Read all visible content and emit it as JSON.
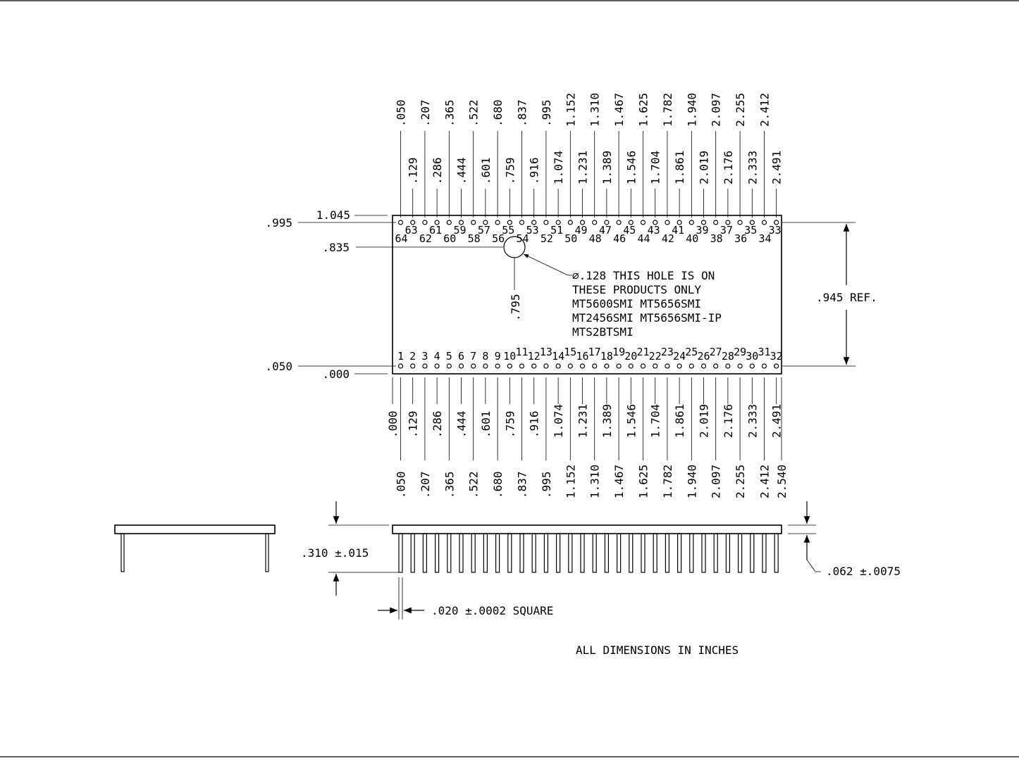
{
  "top_row": {
    "tall_dims": [
      ".050",
      ".207",
      ".365",
      ".522",
      ".680",
      ".837",
      ".995",
      "1.152",
      "1.310",
      "1.467",
      "1.625",
      "1.782",
      "1.940",
      "2.097",
      "2.255",
      "2.412"
    ],
    "short_dims": [
      ".129",
      ".286",
      ".444",
      ".601",
      ".759",
      ".916",
      "1.074",
      "1.231",
      "1.389",
      "1.546",
      "1.704",
      "1.861",
      "2.019",
      "2.176",
      "2.333",
      "2.491"
    ]
  },
  "bottom_row": {
    "short_dims": [
      ".000",
      ".129",
      ".286",
      ".444",
      ".601",
      ".759",
      ".916",
      "1.074",
      "1.231",
      "1.389",
      "1.546",
      "1.704",
      "1.861",
      "2.019",
      "2.176",
      "2.333",
      "2.491"
    ],
    "tall_dims": [
      ".050",
      ".207",
      ".365",
      ".522",
      ".680",
      ".837",
      ".995",
      "1.152",
      "1.310",
      "1.467",
      "1.625",
      "1.782",
      "1.940",
      "2.097",
      "2.255",
      "2.412",
      "2.540"
    ]
  },
  "pins_bottom": [
    "1",
    "2",
    "3",
    "4",
    "5",
    "6",
    "7",
    "8",
    "9",
    "10",
    "11",
    "12",
    "13",
    "14",
    "15",
    "16",
    "17",
    "18",
    "19",
    "20",
    "21",
    "22",
    "23",
    "24",
    "25",
    "26",
    "27",
    "28",
    "29",
    "30",
    "31",
    "32"
  ],
  "pins_top": [
    "64",
    "63",
    "62",
    "61",
    "60",
    "59",
    "58",
    "57",
    "56",
    "55",
    "54",
    "53",
    "52",
    "51",
    "50",
    "49",
    "48",
    "47",
    "46",
    "45",
    "44",
    "43",
    "42",
    "41",
    "40",
    "39",
    "38",
    "37",
    "36",
    "35",
    "34",
    "33"
  ],
  "left_dims": {
    "top_edge": "1.045",
    "top_pins": ".995",
    "hole_y": ".835",
    "bottom_pins": ".050",
    "bottom_edge": ".000"
  },
  "hole": {
    "x_dim": ".795",
    "note_lines": [
      "∅.128 THIS HOLE IS ON",
      "THESE PRODUCTS ONLY",
      "MT5600SMI  MT5656SMI",
      "MT2456SMI  MT5656SMI-IP",
      "MTS2BTSMI"
    ]
  },
  "ref_dim": ".945 REF.",
  "side_view": {
    "pin_length": ".310 ±.015",
    "board_thickness": ".062 ±.0075",
    "pin_square": ".020 ±.0002 SQUARE"
  },
  "footnote": "ALL DIMENSIONS IN INCHES"
}
